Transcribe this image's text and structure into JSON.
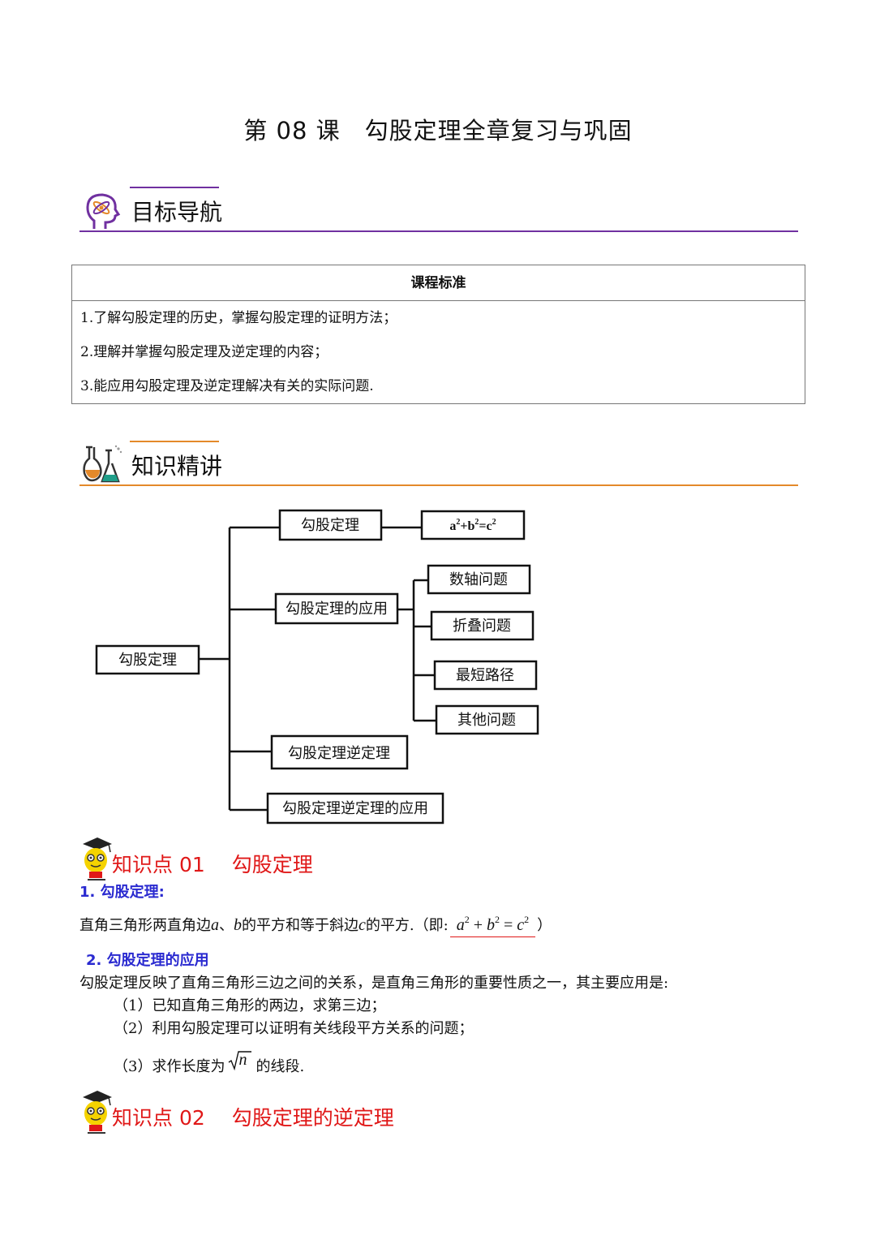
{
  "title": "第 08 课　勾股定理全章复习与巩固",
  "section1": {
    "label": "目标导航",
    "icon": "head-atom-icon"
  },
  "standards": {
    "header": "课程标准",
    "items": [
      "1.了解勾股定理的历史，掌握勾股定理的证明方法；",
      "2.理解并掌握勾股定理及逆定理的内容；",
      "3.能应用勾股定理及逆定理解决有关的实际问题."
    ]
  },
  "section2": {
    "label": "知识精讲",
    "icon": "flask-icon"
  },
  "mindmap": {
    "root": "勾股定理",
    "n1": "勾股定理",
    "n1_formula": {
      "a": "a",
      "b": "b",
      "c": "c",
      "exp": "2"
    },
    "n2": "勾股定理的应用",
    "n2_children": [
      "数轴问题",
      "折叠问题",
      "最短路径",
      "其他问题"
    ],
    "n3": "勾股定理逆定理",
    "n4": "勾股定理逆定理的应用"
  },
  "kp1": {
    "label": "知识点 01　 勾股定理",
    "h1": "1. 勾股定理:",
    "line1_pre": "直角三角形两直角边",
    "line1_a": "a",
    "line1_sep": "、",
    "line1_b": "b",
    "line1_mid": "的平方和等于斜边",
    "line1_c": "c",
    "line1_post": "的平方.（即:",
    "line1_close": "）",
    "formula": {
      "a": "a",
      "b": "b",
      "c": "c",
      "exp": "2",
      "plus": "+",
      "eq": "="
    },
    "h2": "2. 勾股定理的应用",
    "line2": "勾股定理反映了直角三角形三边之间的关系，是直角三角形的重要性质之一，其主要应用是:",
    "items": [
      "（1）已知直角三角形的两边，求第三边；",
      "（2）利用勾股定理可以证明有关线段平方关系的问题；"
    ],
    "item3_pre": "（3）求作长度为",
    "item3_var": "n",
    "item3_post": "的线段."
  },
  "kp2": {
    "label": "知识点 02　 勾股定理的逆定理"
  },
  "colors": {
    "purple": "#7030a0",
    "orange": "#e4892a",
    "red": "#e01818",
    "blue": "#2a2ad0"
  }
}
